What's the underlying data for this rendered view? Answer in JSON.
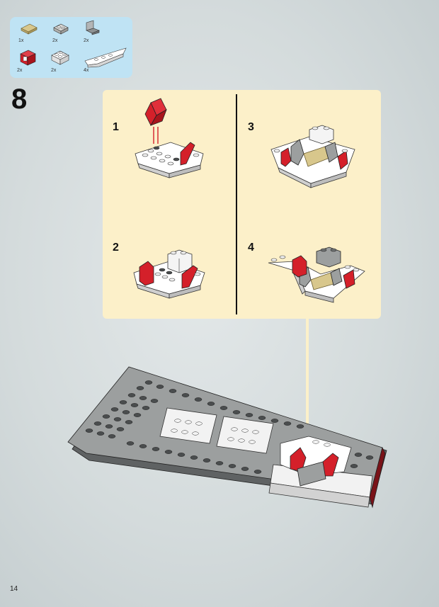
{
  "parts_list": {
    "items": [
      {
        "qty": "1x",
        "icon": "tan-plate-icon",
        "color": "#d8c78c"
      },
      {
        "qty": "2x",
        "icon": "light-gray-brick-icon",
        "color": "#c9c9c6"
      },
      {
        "qty": "2x",
        "icon": "dark-gray-bracket-icon",
        "color": "#8e9192"
      },
      {
        "qty": "2x",
        "icon": "red-slope-icon",
        "color": "#d4202a"
      },
      {
        "qty": "2x",
        "icon": "white-brick-icon",
        "color": "#f2f2f2"
      },
      {
        "qty": "4x",
        "icon": "white-wedge-icon",
        "color": "#f2f2f2"
      }
    ]
  },
  "step": {
    "number": "8"
  },
  "sub_steps": [
    {
      "number": "1"
    },
    {
      "number": "2"
    },
    {
      "number": "3"
    },
    {
      "number": "4"
    }
  ],
  "page": {
    "number": "14"
  },
  "colors": {
    "parts_bg": "#bfe3f4",
    "panel_bg": "#fcf0c9",
    "brick_red": "#d4202a",
    "brick_white": "#f2f2f2",
    "brick_gray": "#9c9f9f",
    "brick_dark": "#4a4d4e"
  }
}
